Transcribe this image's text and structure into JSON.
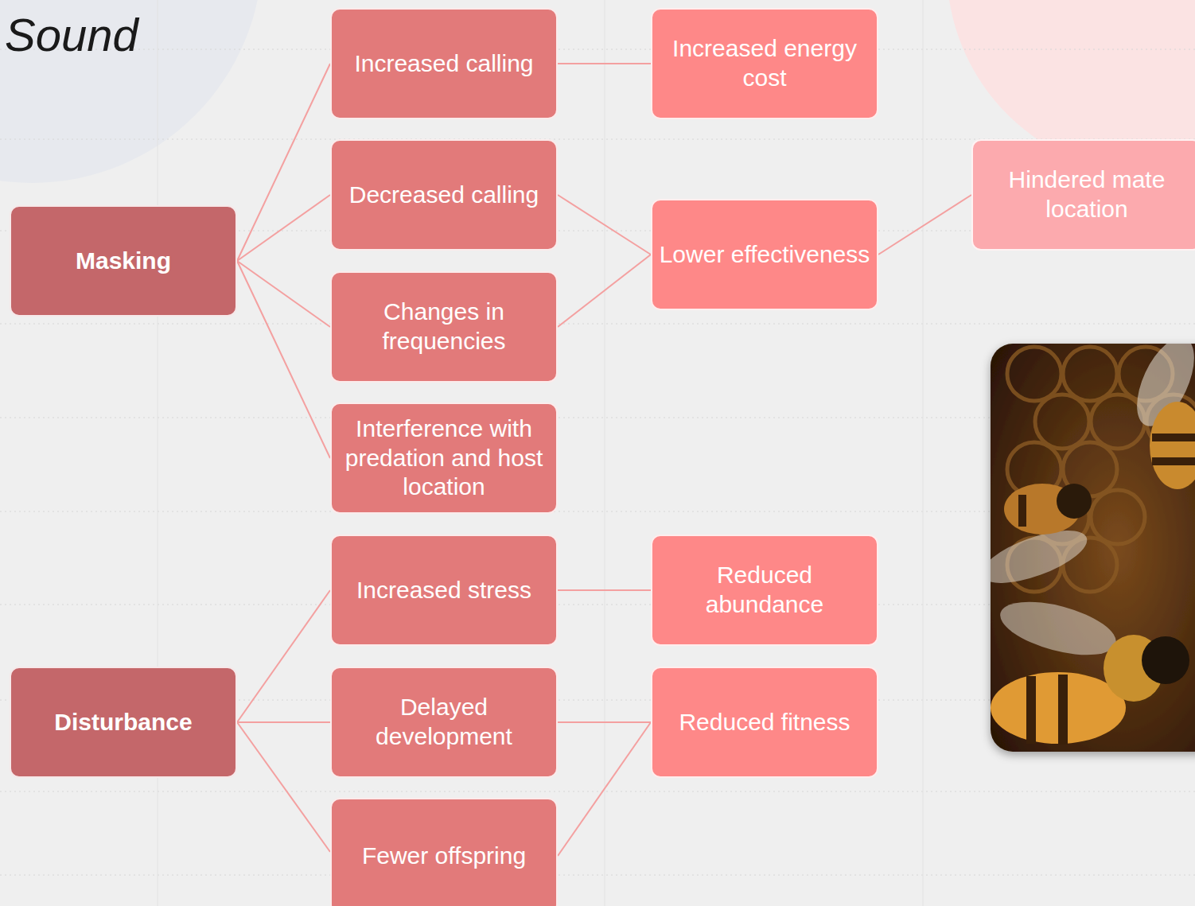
{
  "diagram": {
    "title": "Sound",
    "nodes": [
      {
        "text": [
          "Masking"
        ]
      },
      {
        "text": [
          "Increased calling"
        ]
      },
      {
        "text": [
          "Decreased calling"
        ]
      },
      {
        "text": [
          "Changes in frequencies"
        ]
      },
      {
        "text": [
          "Interference with predation and host location"
        ]
      },
      {
        "text": [
          "Increased energy cost"
        ]
      },
      {
        "text": [
          "Lower effectiveness"
        ]
      },
      {
        "text": [
          "Hindered mate location"
        ]
      },
      {
        "text": [
          "Disturbance"
        ]
      },
      {
        "text": [
          "Increased stress"
        ]
      },
      {
        "text": [
          "Delayed development"
        ]
      },
      {
        "text": [
          "Fewer offspring"
        ]
      },
      {
        "text": [
          "Reduced abundance"
        ]
      },
      {
        "text": [
          "Reduced fitness"
        ]
      }
    ],
    "edges": [
      {
        "from": 0,
        "to": 1,
        "arrow": "none"
      },
      {
        "from": 0,
        "to": 2,
        "arrow": "none"
      },
      {
        "from": 0,
        "to": 3,
        "arrow": "none"
      },
      {
        "from": 0,
        "to": 4,
        "arrow": "none"
      },
      {
        "from": 1,
        "to": 5,
        "arrow": "none"
      },
      {
        "from": 2,
        "to": 6,
        "arrow": "none"
      },
      {
        "from": 3,
        "to": 6,
        "arrow": "none"
      },
      {
        "from": 6,
        "to": 7,
        "arrow": "none"
      },
      {
        "from": 8,
        "to": 9,
        "arrow": "none"
      },
      {
        "from": 8,
        "to": 10,
        "arrow": "none"
      },
      {
        "from": 8,
        "to": 11,
        "arrow": "none"
      },
      {
        "from": 9,
        "to": 12,
        "arrow": "none"
      },
      {
        "from": 10,
        "to": 13,
        "arrow": "none"
      },
      {
        "from": 11,
        "to": 13,
        "arrow": "none"
      }
    ]
  }
}
